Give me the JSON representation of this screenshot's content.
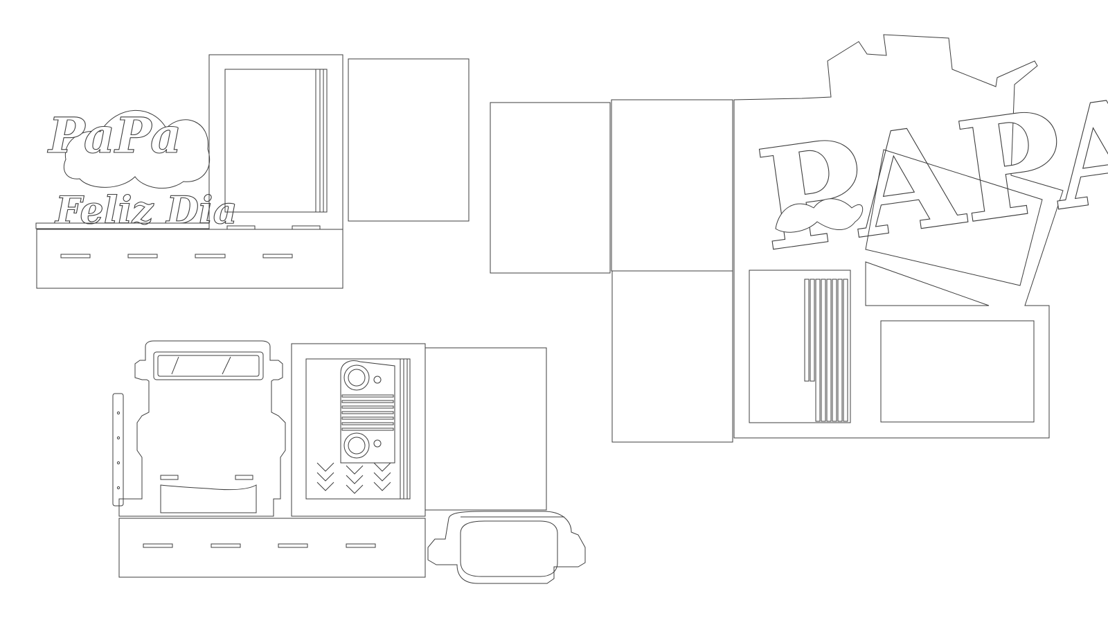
{
  "texts": {
    "small_title_word": "PaPa",
    "small_subtitle": "Feliz Dia",
    "big_title_word": "PAPA"
  }
}
